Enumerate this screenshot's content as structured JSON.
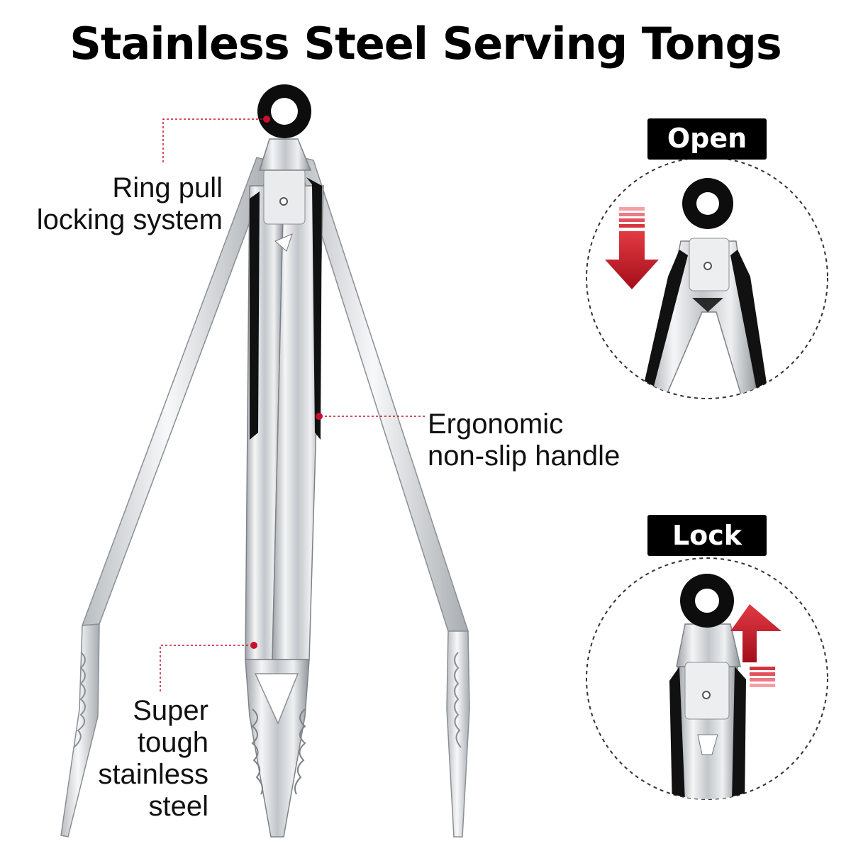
{
  "title": "Stainless Steel Serving Tongs",
  "callouts": {
    "ring_pull": [
      "Ring pull",
      "locking system"
    ],
    "handle": [
      "Ergonomic",
      "non-slip handle"
    ],
    "steel": [
      "Super",
      "tough",
      "stainless",
      "steel"
    ]
  },
  "badges": {
    "open": "Open",
    "lock": "Lock"
  },
  "colors": {
    "accent_red": "#c8102e",
    "badge_bg": "#000000",
    "steel": "#c9ccd0"
  },
  "icons": [
    "ring-pull-icon",
    "arrow-down-icon",
    "arrow-up-icon"
  ]
}
